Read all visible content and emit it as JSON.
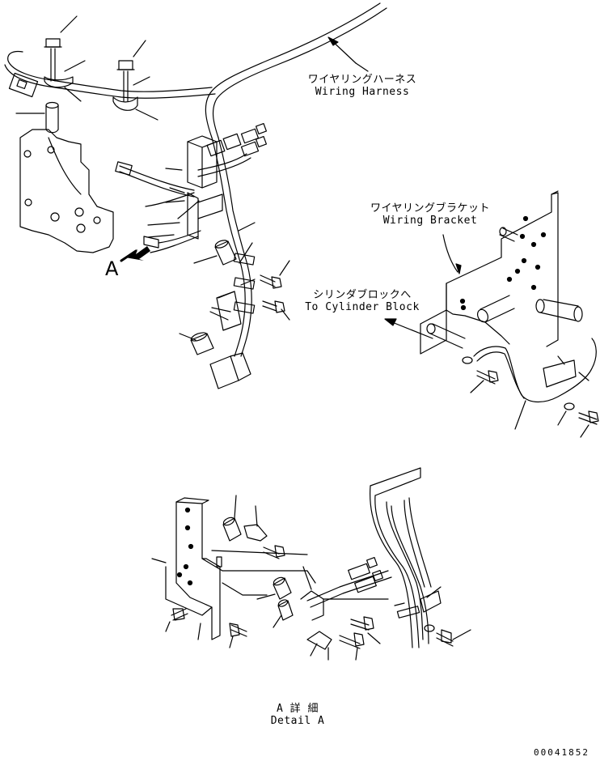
{
  "labels": {
    "wiring_harness_jp": "ワイヤリングハーネス",
    "wiring_harness_en": "Wiring Harness",
    "wiring_bracket_jp": "ワイヤリングブラケット",
    "wiring_bracket_en": "Wiring Bracket",
    "cylinder_block_jp": "シリンダブロックへ",
    "cylinder_block_en": "To Cylinder Block",
    "view_arrow_letter": "A",
    "detail_jp": "A 詳 細",
    "detail_en": "Detail A",
    "drawing_code": "00041852"
  }
}
